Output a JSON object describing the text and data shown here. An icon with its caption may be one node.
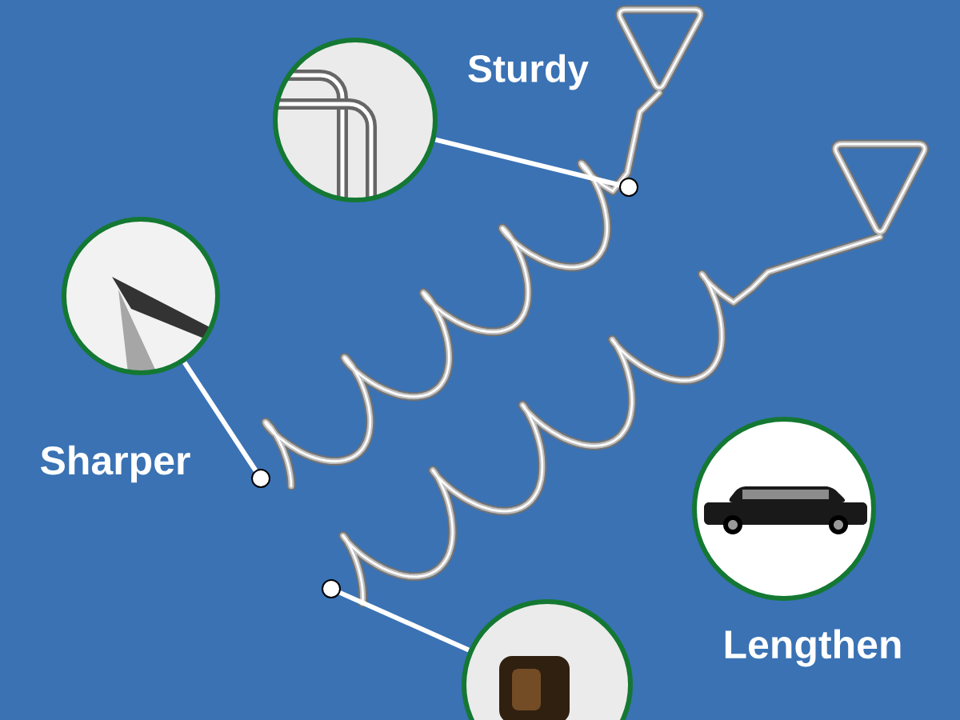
{
  "diagram": {
    "nodes": [
      {
        "text": [
          "Sturdy"
        ]
      },
      {
        "text": [],
        "shape": "circle"
      },
      {
        "text": [
          "Sharper"
        ]
      },
      {
        "text": [],
        "shape": "circle"
      },
      {
        "text": [
          "Lengthen"
        ]
      },
      {
        "text": [],
        "shape": "picture"
      },
      {
        "text": [],
        "shape": "circle"
      }
    ],
    "edges": [
      {
        "from": 0,
        "to": 1,
        "arrow": "none"
      },
      {
        "from": 2,
        "to": 3,
        "arrow": "none"
      },
      {
        "from": 5,
        "to": 6,
        "arrow": "none"
      }
    ]
  }
}
